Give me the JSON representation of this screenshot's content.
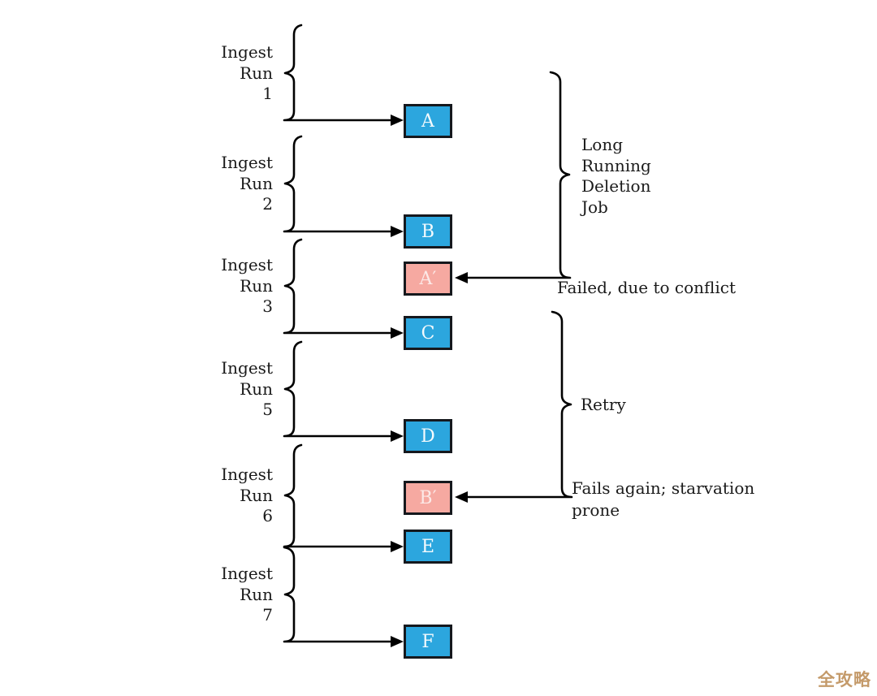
{
  "runs": [
    {
      "word1": "Ingest",
      "word2": "Run",
      "number": "1"
    },
    {
      "word1": "Ingest",
      "word2": "Run",
      "number": "2"
    },
    {
      "word1": "Ingest",
      "word2": "Run",
      "number": "3"
    },
    {
      "word1": "Ingest",
      "word2": "Run",
      "number": "5"
    },
    {
      "word1": "Ingest",
      "word2": "Run",
      "number": "6"
    },
    {
      "word1": "Ingest",
      "word2": "Run",
      "number": "7"
    }
  ],
  "boxes": [
    {
      "label": "A",
      "status": "success"
    },
    {
      "label": "B",
      "status": "success"
    },
    {
      "label": "A′",
      "status": "failed"
    },
    {
      "label": "C",
      "status": "success"
    },
    {
      "label": "D",
      "status": "success"
    },
    {
      "label": "B′",
      "status": "failed"
    },
    {
      "label": "E",
      "status": "success"
    },
    {
      "label": "F",
      "status": "success"
    }
  ],
  "annotations": {
    "deletion_job": {
      "line1": "Long",
      "line2": "Running",
      "line3": "Deletion",
      "line4": "Job"
    },
    "failed_conflict": "Failed, due to conflict",
    "retry": "Retry",
    "fails_again": {
      "line1": "Fails again; starvation",
      "line2": "prone"
    }
  },
  "colors": {
    "box_success": "#2CA6DE",
    "box_failed": "#F6A9A1",
    "box_border": "#15181d",
    "line": "#000000",
    "watermark": "#C49A6A"
  },
  "watermark": "全攻略"
}
